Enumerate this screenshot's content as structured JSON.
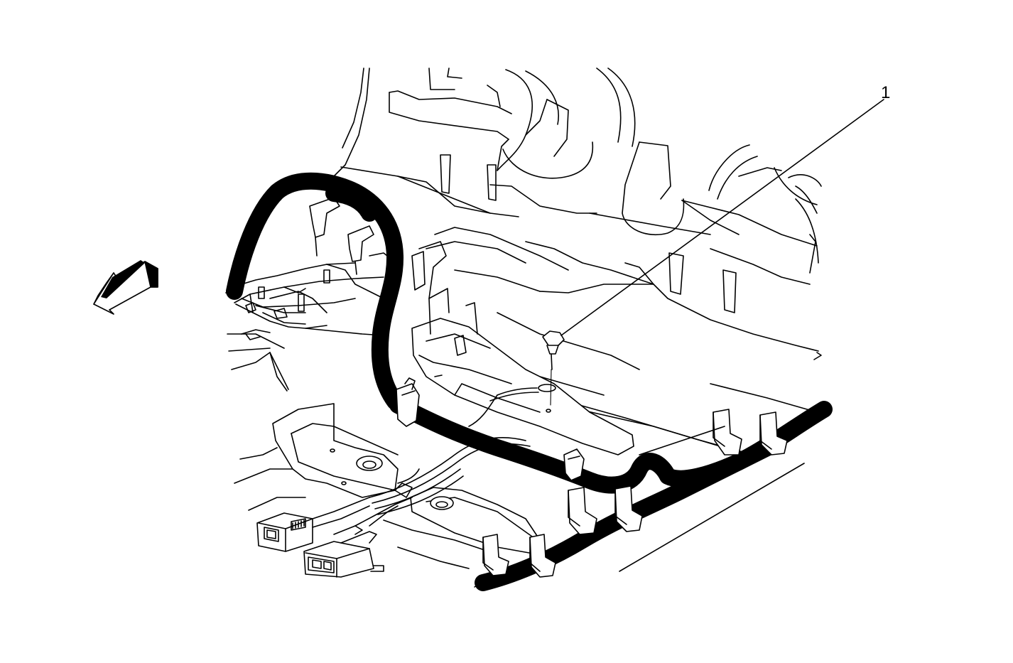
{
  "diagram": {
    "callouts": [
      {
        "id": "1",
        "label": "1",
        "target": "ground-bolt"
      }
    ],
    "icons": {
      "direction_arrow": "front-direction-arrow-icon",
      "bolt": "bolt-icon",
      "connector": "connector-icon"
    },
    "colors": {
      "line": "#000000",
      "background": "#ffffff"
    }
  }
}
